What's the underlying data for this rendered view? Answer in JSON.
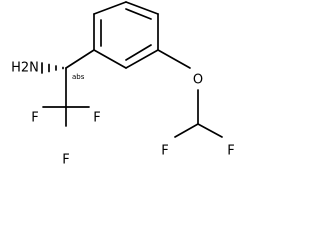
{
  "molecule": {
    "atoms": {
      "amine": "H2N",
      "fluorine_1": "F",
      "fluorine_2": "F",
      "fluorine_3": "F",
      "ether_oxygen": "O",
      "fluorine_4": "F",
      "fluorine_5": "F"
    },
    "stereo_annotation": "abs"
  }
}
